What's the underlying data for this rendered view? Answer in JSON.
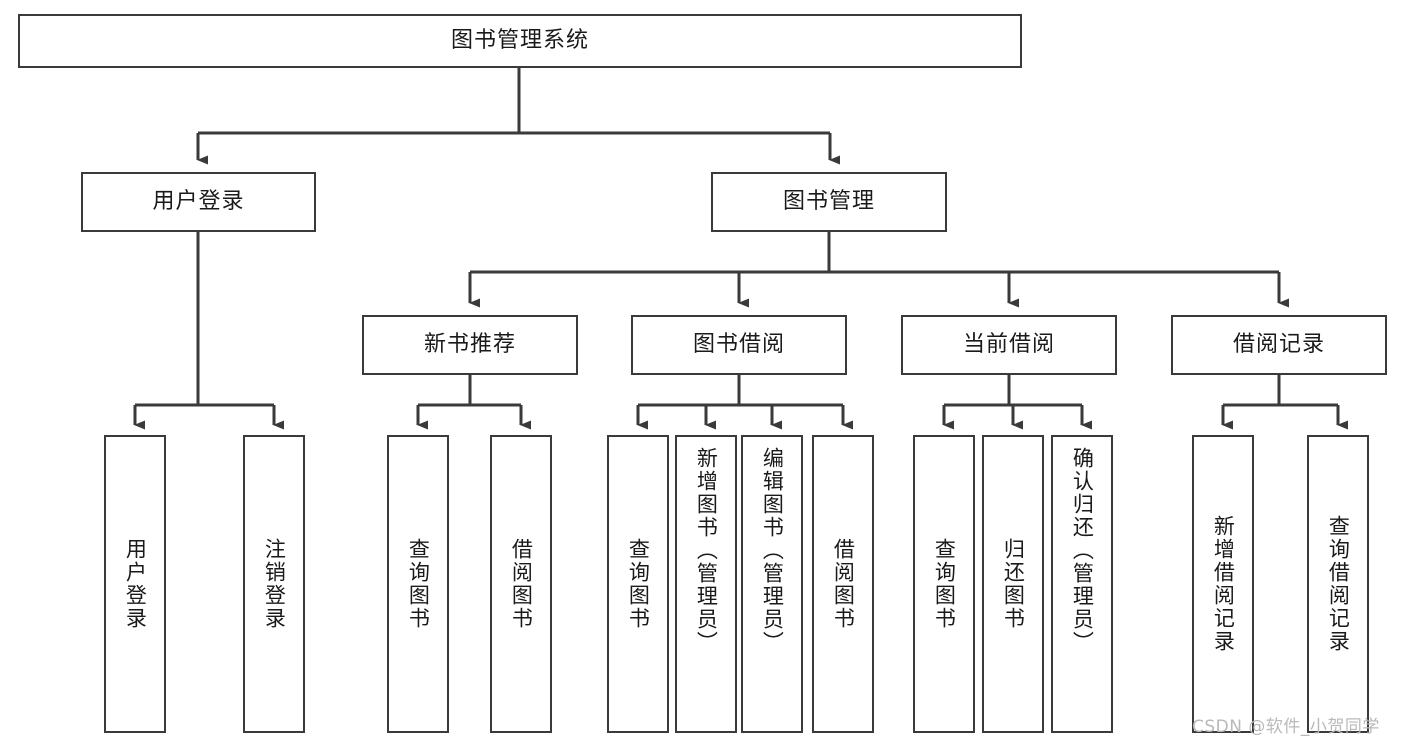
{
  "diagram": {
    "type": "tree-hierarchy",
    "title": "图书管理系统",
    "root": {
      "label": "图书管理系统"
    },
    "level2": [
      {
        "label": "用户登录"
      },
      {
        "label": "图书管理"
      }
    ],
    "level3": [
      {
        "label": "新书推荐"
      },
      {
        "label": "图书借阅"
      },
      {
        "label": "当前借阅"
      },
      {
        "label": "借阅记录"
      }
    ],
    "leaves": {
      "user_login": [
        {
          "label": "用户登录"
        },
        {
          "label": "注销登录"
        }
      ],
      "new_book_recommend": [
        {
          "label": "查询图书"
        },
        {
          "label": "借阅图书"
        }
      ],
      "book_borrow": [
        {
          "label": "查询图书"
        },
        {
          "label": "新增图书（管理员）"
        },
        {
          "label": "编辑图书（管理员）"
        },
        {
          "label": "借阅图书"
        }
      ],
      "current_borrow": [
        {
          "label": "查询图书"
        },
        {
          "label": "归还图书"
        },
        {
          "label": "确认归还（管理员）"
        }
      ],
      "borrow_record": [
        {
          "label": "新增借阅记录"
        },
        {
          "label": "查询借阅记录"
        }
      ]
    },
    "watermark": "CSDN @软件_小贺同学",
    "colors": {
      "stroke": "#3a3a3a",
      "fill": "#ffffff",
      "text": "#1a1a1a",
      "watermark": "#b9b9b9"
    }
  }
}
